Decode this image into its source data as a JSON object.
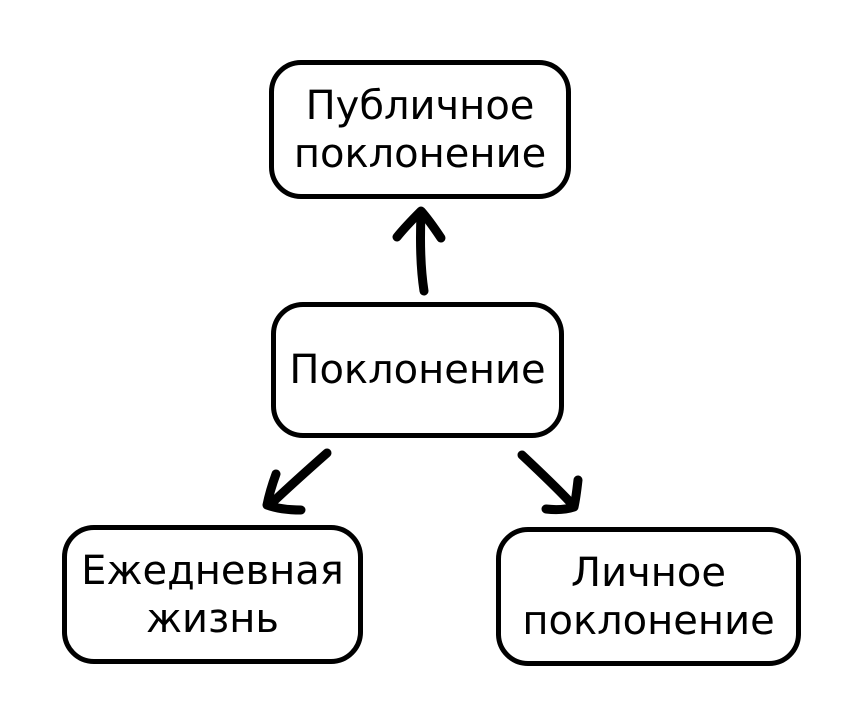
{
  "diagram": {
    "background_color": "#ffffff",
    "stroke_color": "#000000",
    "nodes": {
      "public_worship": {
        "label": "Публичное\nпоклонение"
      },
      "worship": {
        "label": "Поклонение"
      },
      "daily_life": {
        "label": "Ежедневная\nжизнь"
      },
      "personal_worship": {
        "label": "Личное\nпоклонение"
      }
    },
    "edges": [
      {
        "from": "worship",
        "to": "public_worship",
        "direction": "up"
      },
      {
        "from": "worship",
        "to": "daily_life",
        "direction": "down-left"
      },
      {
        "from": "worship",
        "to": "personal_worship",
        "direction": "down-right"
      }
    ]
  }
}
